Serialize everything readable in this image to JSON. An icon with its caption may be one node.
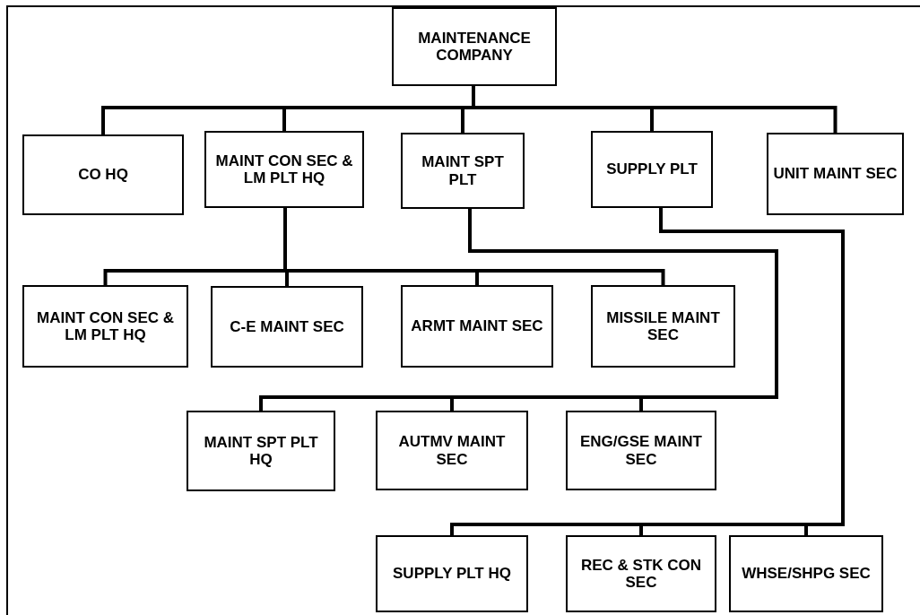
{
  "diagram": {
    "nodes": [
      {
        "text": [
          "MAINTENANCE COMPANY"
        ]
      },
      {
        "text": [
          "CO HQ"
        ]
      },
      {
        "text": [
          "MAINT CON SEC & LM PLT HQ"
        ]
      },
      {
        "text": [
          "MAINT SPT PLT"
        ]
      },
      {
        "text": [
          "SUPPLY PLT"
        ]
      },
      {
        "text": [
          "UNIT MAINT SEC"
        ]
      },
      {
        "text": [
          "MAINT CON SEC & LM PLT HQ"
        ]
      },
      {
        "text": [
          "C-E MAINT SEC"
        ]
      },
      {
        "text": [
          "ARMT MAINT SEC"
        ]
      },
      {
        "text": [
          "MISSILE MAINT SEC"
        ]
      },
      {
        "text": [
          "MAINT SPT PLT HQ"
        ]
      },
      {
        "text": [
          "AUTMV MAINT SEC"
        ]
      },
      {
        "text": [
          "ENG/GSE MAINT SEC"
        ]
      },
      {
        "text": [
          "SUPPLY PLT HQ"
        ]
      },
      {
        "text": [
          "REC & STK CON SEC"
        ]
      },
      {
        "text": [
          "WHSE/SHPG SEC"
        ]
      }
    ],
    "edges": [
      {
        "from": 0,
        "to": 1,
        "arrow": "none"
      },
      {
        "from": 0,
        "to": 2,
        "arrow": "none"
      },
      {
        "from": 0,
        "to": 3,
        "arrow": "none"
      },
      {
        "from": 0,
        "to": 4,
        "arrow": "none"
      },
      {
        "from": 0,
        "to": 5,
        "arrow": "none"
      },
      {
        "from": 2,
        "to": 6,
        "arrow": "none"
      },
      {
        "from": 2,
        "to": 7,
        "arrow": "none"
      },
      {
        "from": 2,
        "to": 8,
        "arrow": "none"
      },
      {
        "from": 2,
        "to": 9,
        "arrow": "none"
      },
      {
        "from": 3,
        "to": 10,
        "arrow": "none"
      },
      {
        "from": 3,
        "to": 11,
        "arrow": "none"
      },
      {
        "from": 3,
        "to": 12,
        "arrow": "none"
      },
      {
        "from": 4,
        "to": 13,
        "arrow": "none"
      },
      {
        "from": 4,
        "to": 14,
        "arrow": "none"
      },
      {
        "from": 4,
        "to": 15,
        "arrow": "none"
      }
    ]
  }
}
